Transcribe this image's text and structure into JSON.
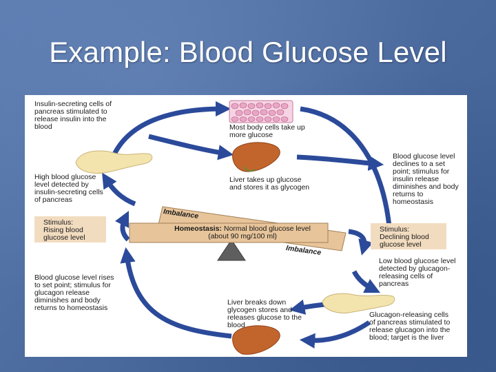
{
  "slide": {
    "title": "Example: Blood Glucose Level"
  },
  "diagram": {
    "labels": {
      "insulin_secreting_cells": "Insulin-secreting cells of pancreas stimulated to release insulin into the blood",
      "body_cells_take_glucose": "Most body cells take up more glucose",
      "glucose_declines": "Blood glucose level declines to a set point; stimulus for insulin release diminishes and body returns to homeostasis",
      "liver_stores": "Liver takes up glucose and stores it as glycogen",
      "high_glucose_detected": "High blood glucose level detected by insulin-secreting cells of pancreas",
      "low_glucose_detected": "Low blood glucose level detected by glucagon-releasing cells of pancreas",
      "glucose_rises": "Blood glucose level rises to set point; stimulus for glucagon release diminishes and body returns to homeostasis",
      "liver_breaks_down": "Liver breaks down glycogen stores and releases glucose to the blood",
      "glucagon_releasing_cells": "Glucagon-releasing cells of pancreas stimulated to release glucagon into the blood; target is the liver"
    },
    "stimulus_rising": {
      "line1": "Stimulus:",
      "line2": "Rising blood",
      "line3": "glucose level"
    },
    "stimulus_declining": {
      "line1": "Stimulus:",
      "line2": "Declining blood",
      "line3": "glucose level"
    },
    "homeostasis": {
      "bold": "Homeostasis:",
      "line1_rest": " Normal blood glucose level",
      "line2": "(about 90 mg/100 ml)"
    },
    "imbalance_top": "Imbalance",
    "imbalance_bottom": "Imbalance",
    "colors": {
      "arrow": "#2b4a9a",
      "pancreas": "#f3e4ae",
      "liver": "#c2652d",
      "stimulus_box": "#f2dcc0",
      "seesaw_plank": "#e7c49a",
      "fulcrum": "#5e5e5e"
    }
  }
}
